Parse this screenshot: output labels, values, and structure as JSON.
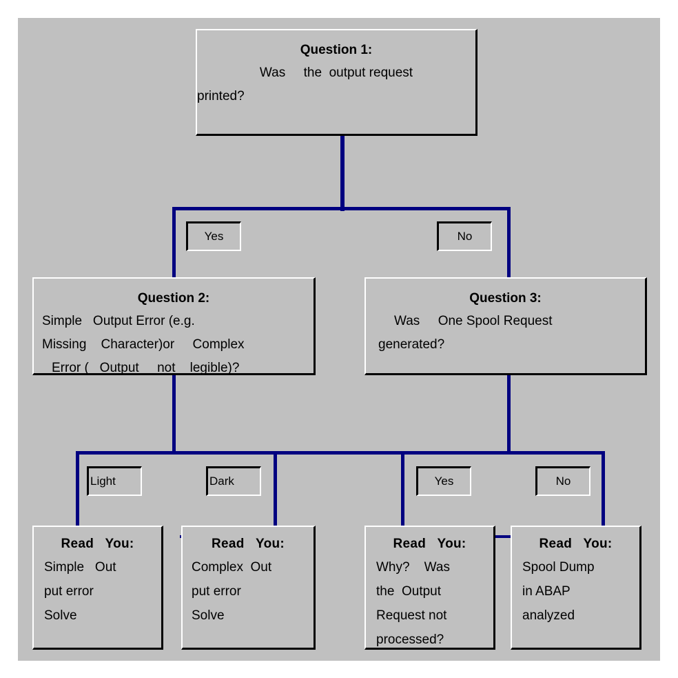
{
  "diagram": {
    "title": "Output Request Troubleshooting Decision Tree",
    "background_color": "#c0c0c0",
    "connector_color": "#000080",
    "text_color": "#000000"
  },
  "nodes": {
    "q1": {
      "title": "Question 1:",
      "lines": [
        "Was     the  output request",
        "printed?"
      ]
    },
    "q2": {
      "title": "Question 2:",
      "lines": [
        "Simple   Output Error (e.g.",
        "Missing    Character)or     Complex",
        "Error (   Output     not    legible)?"
      ]
    },
    "q3": {
      "title": "Question 3:",
      "lines": [
        "Was     One Spool Request",
        "generated?"
      ]
    },
    "leaf1": {
      "title": "Read   You:",
      "lines": [
        "Simple   Out",
        "put error",
        "Solve"
      ]
    },
    "leaf2": {
      "title": "Read   You:",
      "lines": [
        "Complex  Out",
        "put error",
        "Solve"
      ]
    },
    "leaf3": {
      "title": "Read   You:",
      "lines": [
        "Why?    Was",
        "the  Output",
        "Request not",
        "processed?"
      ]
    },
    "leaf4": {
      "title": "Read   You:",
      "lines": [
        "Spool Dump",
        "in ABAP",
        "analyzed"
      ]
    }
  },
  "edge_labels": {
    "q1_yes": "Yes",
    "q1_no": "No",
    "q2_light": "Light",
    "q2_dark": "Dark",
    "q3_yes": "Yes",
    "q3_no": "No"
  }
}
